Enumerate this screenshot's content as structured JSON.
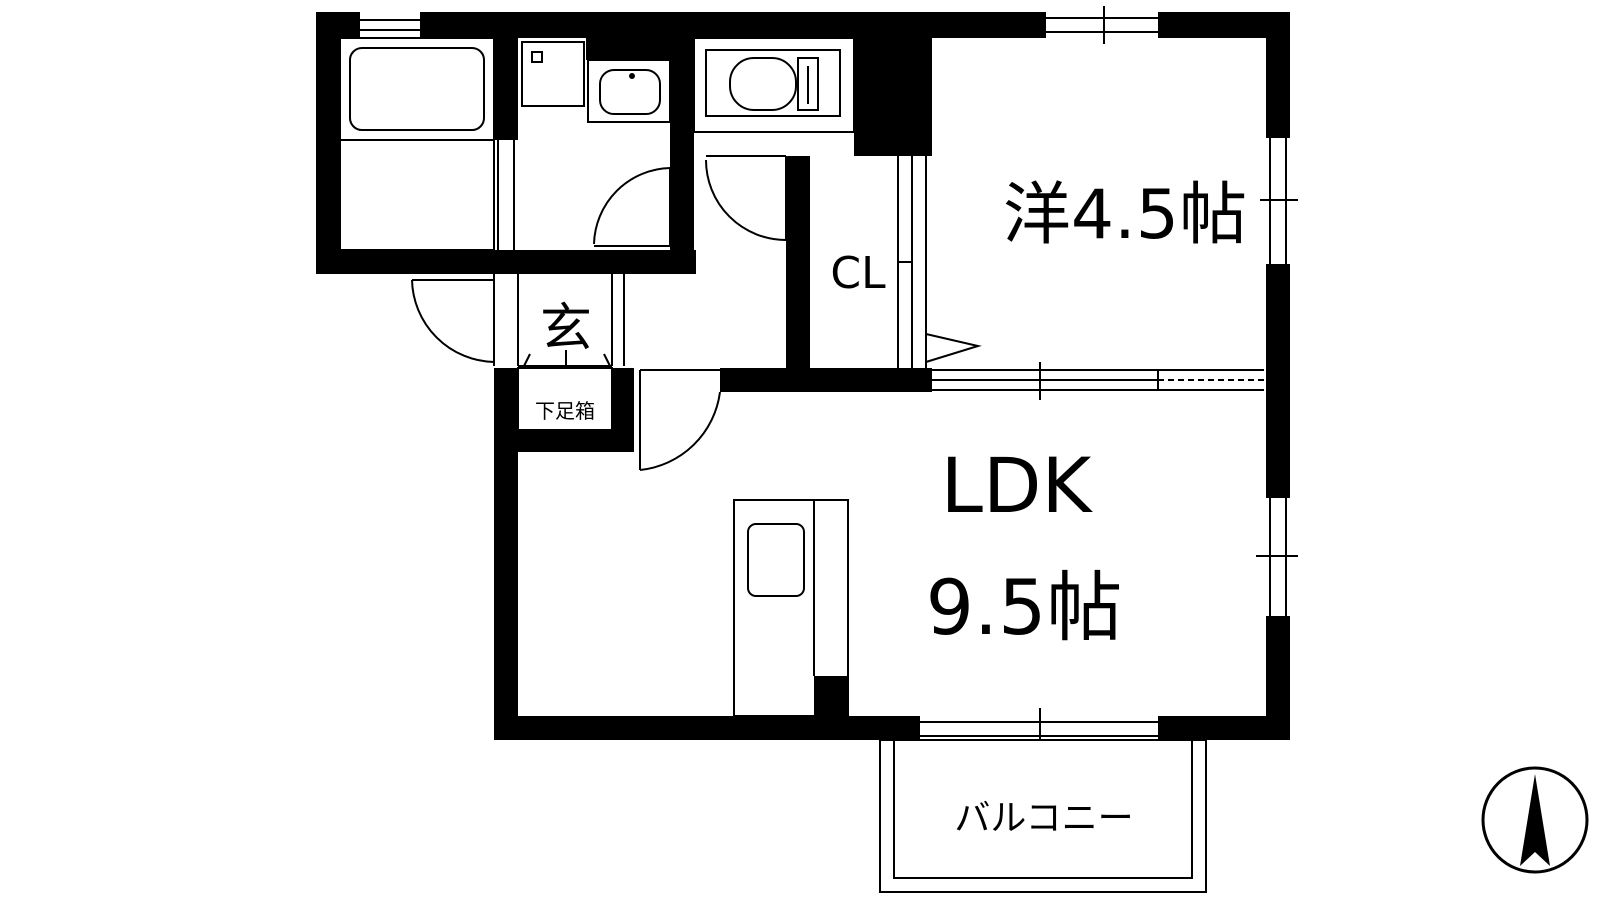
{
  "rooms": {
    "western_room": "洋4.5帖",
    "closet": "CL",
    "ldk_name": "LDK",
    "ldk_size": "9.5帖",
    "entrance": "玄",
    "shoe_box": "下足箱",
    "balcony": "バルコニー"
  },
  "compass": {
    "icon": "north-arrow-icon"
  },
  "colors": {
    "wall": "#000000",
    "floor": "#ffffff",
    "line": "#000000"
  }
}
